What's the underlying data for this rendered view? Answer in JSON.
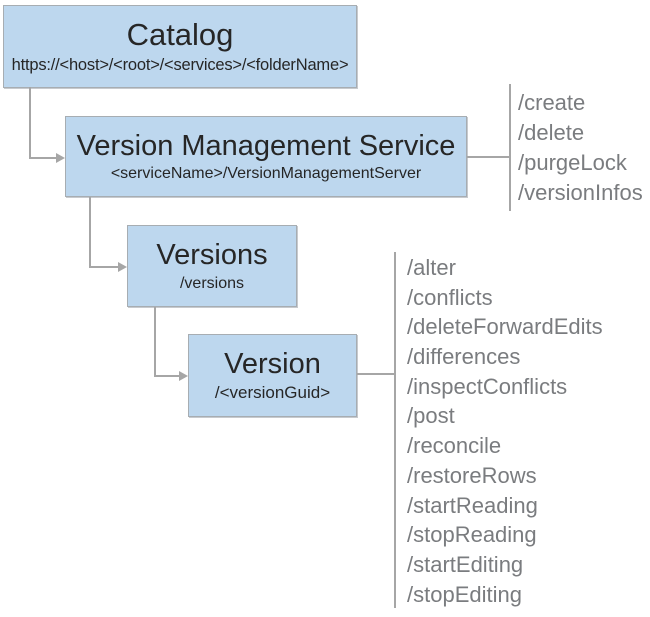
{
  "catalog": {
    "title": "Catalog",
    "path": "https://<host>/<root>/<services>/<folderName>"
  },
  "vms": {
    "title": "Version Management Service",
    "path": "<serviceName>/VersionManagementServer",
    "operations": [
      "/create",
      "/delete",
      "/purgeLock",
      "/versionInfos"
    ]
  },
  "versions": {
    "title": "Versions",
    "path": "/versions"
  },
  "version": {
    "title": "Version",
    "path": "/<versionGuid>",
    "operations": [
      "/alter",
      "/conflicts",
      "/deleteForwardEdits",
      "/differences",
      "/inspectConflicts",
      "/post",
      "/reconcile",
      "/restoreRows",
      "/startReading",
      "/stopReading",
      "/startEditing",
      "/stopEditing"
    ]
  },
  "colors": {
    "box_fill": "#BDD7EE",
    "box_border": "#A7ADB2",
    "connector": "#A6A6A6",
    "operation_text": "#7A7C7F",
    "node_text": "#262626",
    "background": "#FFFFFF"
  }
}
